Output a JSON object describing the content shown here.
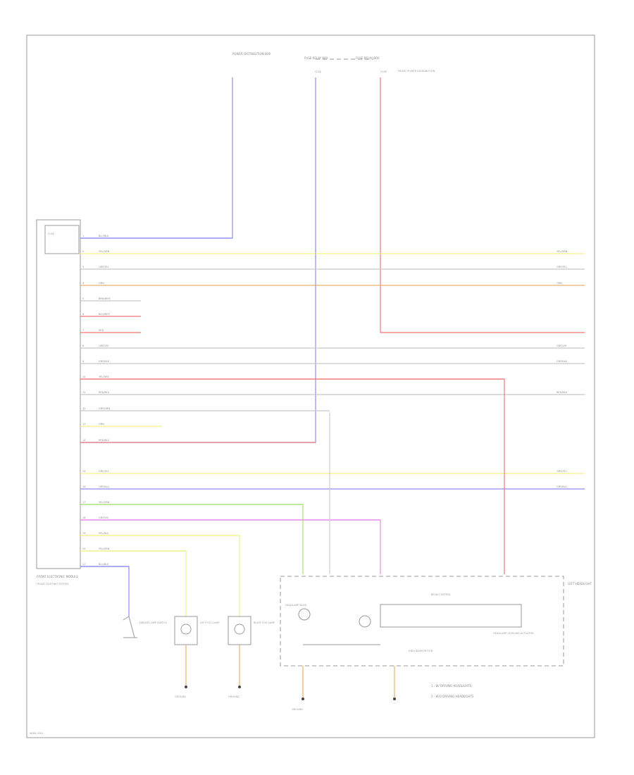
{
  "footer_code": "WDM-0001",
  "legend": {
    "item1": "1  - W/ DRIVING HEADLIGHTS",
    "item2": "2  - W/O DRIVING HEADLIGHTS"
  },
  "colors": {
    "blue": "#8c8cf0",
    "yellow": "#f0f08a",
    "grey": "#c8c8c8",
    "orange": "#e8b070",
    "red": "#f07878",
    "green": "#a8e078",
    "magenta": "#e888e8",
    "frame": "#9a9a9a"
  },
  "components": {
    "top_left": "POWER DISTRIBUTION BOX",
    "top_mid": "FUSE RELAY BOX",
    "top_right": "FUSE RELAY BOX",
    "top_right_desc": "FRONT POWER DISTRIBUTION",
    "left_module": "FRONT ELECTRONIC MODULE",
    "left_module_desc": "FRONT LIGHTING SYSTEM",
    "fuse1": "FUSE",
    "fuse2": "FUSE",
    "fuse3": "FUSE",
    "switch1": "DRIVER LAMP SWITCH",
    "lamp1": "LEFT FOG LAMP",
    "lamp2": "RIGHT FOG LAMP",
    "ground1": "GROUND",
    "ground2": "GROUND",
    "ground3": "GROUND",
    "right_assembly": "LEFT HEADLIGHT",
    "right_sub1": "BEAM CONTROL",
    "right_sub2": "HEADLAMP LEVELING ACTUATOR",
    "right_sub3": "HIGH BEAM MOTOR",
    "right_sub4": "HEADLAMP BULB"
  },
  "wires": [
    {
      "pin": "1",
      "code": "BLU/BLK",
      "color": "blue"
    },
    {
      "pin": "2",
      "code": "YEL/GRN",
      "color": "yellow"
    },
    {
      "pin": "3",
      "code": "GRY/YEL",
      "color": "grey"
    },
    {
      "pin": "4",
      "code": "ORN",
      "color": "orange"
    },
    {
      "pin": "5",
      "code": "BRN/WHT",
      "color": "grey"
    },
    {
      "pin": "6",
      "code": "BLU/WHT",
      "color": "red"
    },
    {
      "pin": "7",
      "code": "RED",
      "color": "red"
    },
    {
      "pin": "8",
      "code": "GRY/VIO",
      "color": "grey"
    },
    {
      "pin": "9",
      "code": "GRY/BLK",
      "color": "grey"
    },
    {
      "pin": "10",
      "code": "YEL/RED",
      "color": "red"
    },
    {
      "pin": "11",
      "code": "RED/BLU",
      "color": "grey"
    },
    {
      "pin": "12",
      "code": "GRY/GRN",
      "color": "grey"
    },
    {
      "pin": "13",
      "code": "GRN",
      "color": "yellow"
    },
    {
      "pin": "14",
      "code": "RED/BLU",
      "color": "red"
    },
    {
      "pin": "15",
      "code": "GRY/YEL",
      "color": "yellow"
    },
    {
      "pin": "16",
      "code": "GRY/BLU",
      "color": "blue"
    },
    {
      "pin": "17",
      "code": "YEL/GRN",
      "color": "green"
    },
    {
      "pin": "18",
      "code": "GRY/VIO",
      "color": "magenta"
    },
    {
      "pin": "19",
      "code": "YEL/BLU",
      "color": "yellow"
    },
    {
      "pin": "20",
      "code": "YEL/GRN",
      "color": "yellow"
    },
    {
      "pin": "21",
      "code": "BLU/BLK",
      "color": "blue"
    }
  ]
}
